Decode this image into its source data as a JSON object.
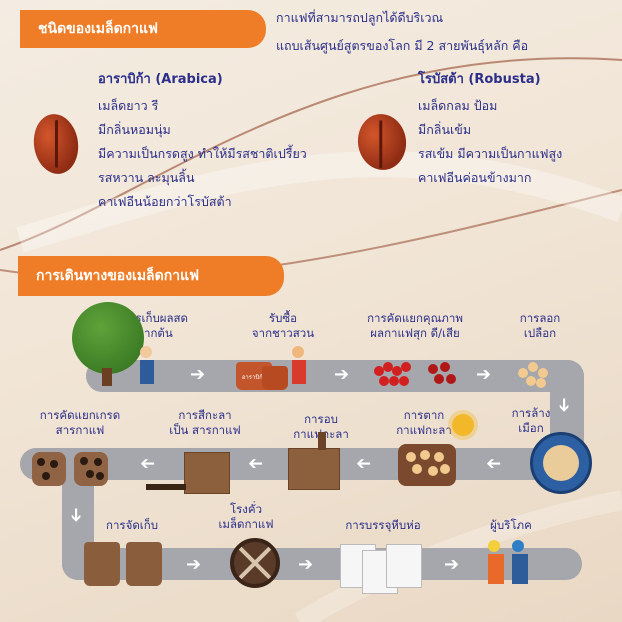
{
  "types": {
    "title": "ชนิดของเมล็ดกาแฟ",
    "intro_line1": "กาแฟที่สามารถปลูกได้ดีบริเวณ",
    "intro_line2": "แถบเส้นศูนย์สูตรของโลก มี 2 สายพันธุ์หลัก คือ",
    "arabica": {
      "name": "อาราบิก้า (Arabica)",
      "traits": [
        "เมล็ดยาว รี",
        "มีกลิ่นหอมนุ่ม",
        "มีความเป็นกรดสูง ทำให้มีรสชาติเปรี้ยว",
        "รสหวาน ละมุนลิ้น",
        "คาเฟอีนน้อยกว่าโรบัสต้า"
      ]
    },
    "robusta": {
      "name": "โรบัสต้า (Robusta)",
      "traits": [
        "เมล็ดกลม ป้อม",
        "มีกลิ่นเข้ม",
        "รสเข้ม มีความเป็นกาแฟสูง",
        "คาเฟอีนค่อนข้างมาก"
      ]
    }
  },
  "journey": {
    "title": "การเดินทางของเมล็ดกาแฟ",
    "steps": {
      "harvest": "การเก็บผลสด\nจากต้น",
      "buy": "รับซื้อ\nจากชาวสวน",
      "sort": "การคัดแยกคุณภาพ\nผลกาแฟสุก ดี/เสีย",
      "peel": "การลอก\nเปลือก",
      "wash": "การล้าง\nเมือก",
      "dry": "การตาก\nกาแฟกะลา",
      "bake": "การอบ\nกาแฟกะลา",
      "hull": "การสีกะลา\nเป็น สารกาแฟ",
      "grade": "การคัดแยกเกรด\nสารกาแฟ",
      "store": "การจัดเก็บ",
      "roast": "โรงคั่ว\nเมล็ดกาแฟ",
      "pack": "การบรรจุหีบห่อ",
      "consumer": "ผู้บริโภค"
    },
    "sack_label": "อาราบิก้า"
  }
}
